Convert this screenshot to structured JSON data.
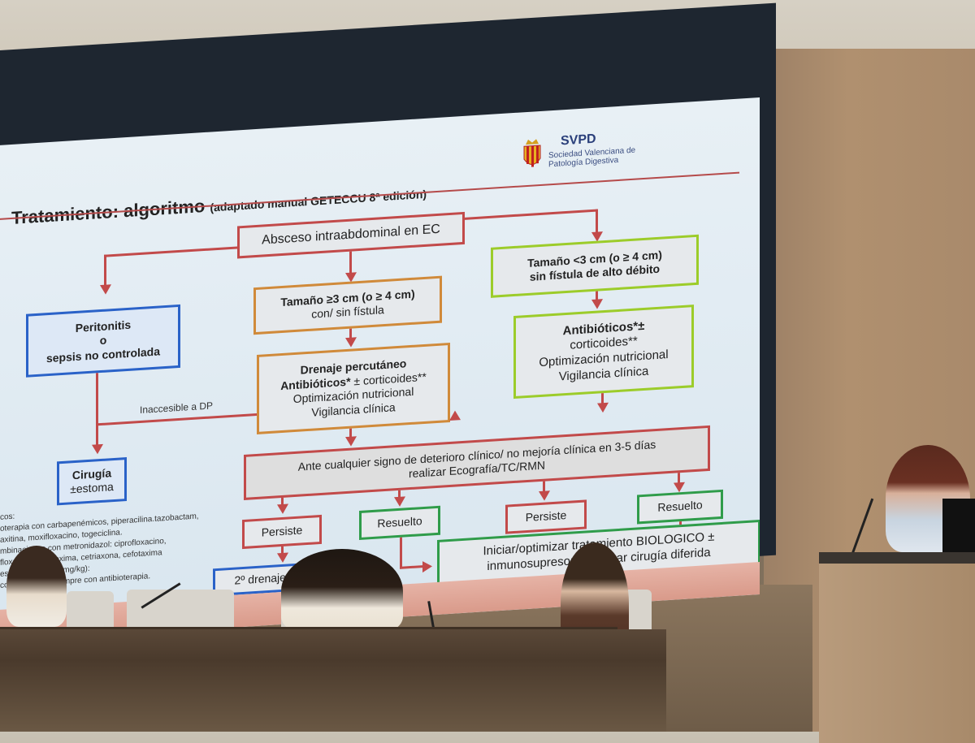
{
  "slide": {
    "title": "Tratamiento: algoritmo",
    "subtitle": "(adaptado manual GETECCU 8ª edición)",
    "logo_name": "SVPD",
    "logo_sub": "Sociedad Valenciana de Patología Digestiva",
    "root": "Absceso intraabdominal en EC",
    "left_box": [
      "Peritonitis",
      "o",
      "sepsis no controlada"
    ],
    "mid_size": [
      "Tamaño ≥3 cm (o ≥ 4 cm)",
      "con/ sin fístula"
    ],
    "mid_treat_bold": [
      "Drenaje percutáneo",
      "Antibióticos*"
    ],
    "mid_treat_tail": " ± corticoides**",
    "mid_treat_rest": [
      "Optimización nutricional",
      "Vigilancia clínica"
    ],
    "right_size": [
      "Tamaño <3 cm (o ≥ 4 cm)",
      "sin fístula de alto débito"
    ],
    "right_treat_bold": "Antibióticos*±",
    "right_treat_rest": [
      "corticoides**",
      "Optimización nutricional",
      "Vigilancia clínica"
    ],
    "inaccessible": "Inaccesible a DP",
    "surgery": [
      "Cirugía",
      "±estoma"
    ],
    "deterioration": [
      "Ante cualquier signo de deterioro clínico/ no mejoría clínica en 3-5 días",
      "realizar Ecografía/TC/RMN"
    ],
    "persiste": "Persiste",
    "resuelto": "Resuelto",
    "second_drain": "2º drenaje o cirugía",
    "biologic": [
      "Iniciar/optimizar tratamiento BIOLOGICO ±",
      "inmunosupresor y evaluar cirugía diferida"
    ],
    "footnotes": [
      "cos:",
      "oterapia con carbapenémicos, piperacilina.tazobactam,",
      "axitina, moxifloxacino, togeciclina.",
      "mbinaciones con metronidazol: ciprofloxacino,",
      "floxacion, cefuroxima, cetriaxona, cefotaxima",
      "es (prednisona 1 mg/kg):",
      "controvertida. Siempre con antibioterapia."
    ]
  },
  "colors": {
    "red": "#c24a4a",
    "blue": "#2a62c8",
    "lime": "#9ccc2a",
    "green": "#2f9c4a",
    "orange": "#d08a3a"
  }
}
